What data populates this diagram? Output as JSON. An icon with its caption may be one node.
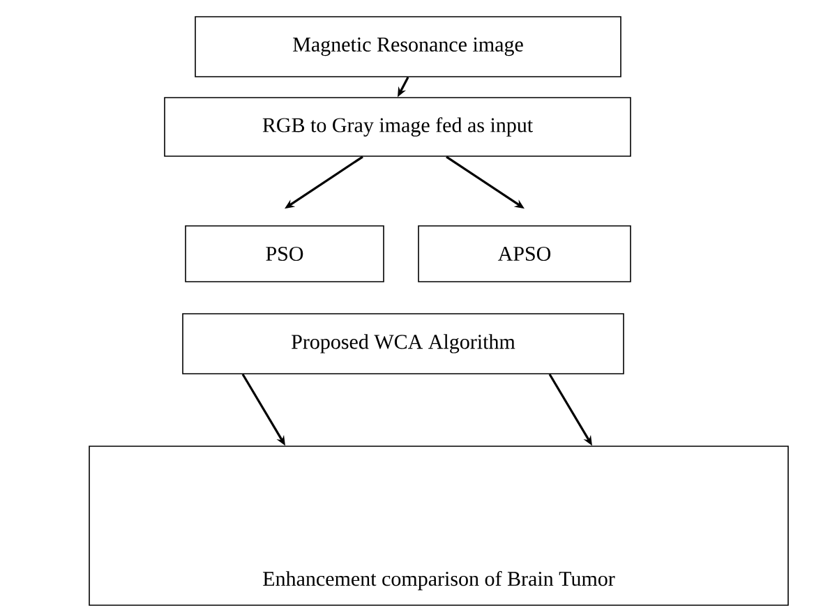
{
  "diagram": {
    "nodes": [
      {
        "text": [
          "Magnetic Resonance image"
        ]
      },
      {
        "text": [
          "RGB to Gray image fed as input"
        ]
      },
      {
        "text": [
          "PSO"
        ]
      },
      {
        "text": [
          "APSO"
        ]
      },
      {
        "text": [
          "Proposed WCA Algorithm"
        ]
      },
      {
        "text": [
          "Enhancement comparison of Brain Tumor"
        ]
      }
    ],
    "edges": [
      {
        "from": 0,
        "to": 1,
        "arrow": "to"
      },
      {
        "from": 1,
        "to": 2,
        "arrow": "to"
      },
      {
        "from": 1,
        "to": 3,
        "arrow": "to"
      },
      {
        "from": 4,
        "to": 5,
        "arrow": "to"
      },
      {
        "from": 4,
        "to": 5,
        "arrow": "to"
      }
    ]
  }
}
